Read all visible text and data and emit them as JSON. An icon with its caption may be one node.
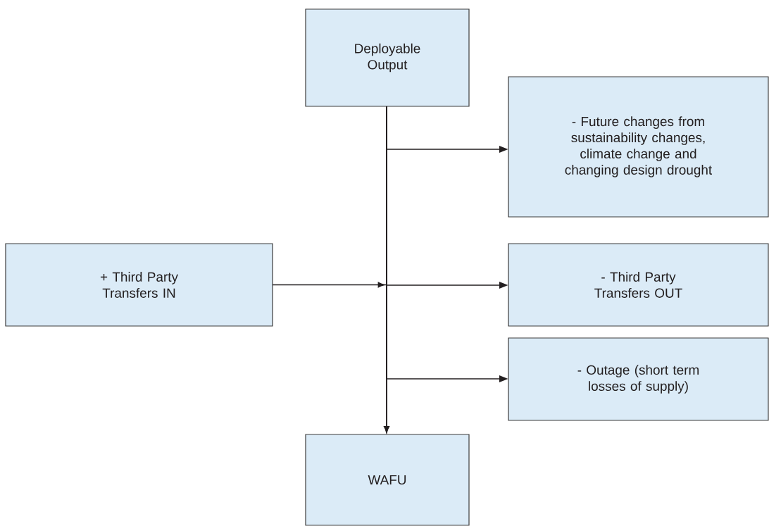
{
  "diagram": {
    "nodes": [
      {
        "text": [
          "Deployable Output"
        ]
      },
      {
        "text": [
          "- Future changes from sustainability changes, climate change and changing design drought"
        ]
      },
      {
        "text": [
          "+ Third Party Transfers IN"
        ]
      },
      {
        "text": [
          "- Third Party Transfers OUT"
        ]
      },
      {
        "text": [
          "- Outage (short term losses of supply)"
        ]
      },
      {
        "text": [
          "WAFU"
        ]
      }
    ],
    "edges": [
      {
        "from": 0,
        "to": 5,
        "arrow": "to"
      },
      {
        "from": 0,
        "to": 1,
        "arrow": "to"
      },
      {
        "from": 0,
        "to": 3,
        "arrow": "to"
      },
      {
        "from": 0,
        "to": 4,
        "arrow": "to"
      },
      {
        "from": 2,
        "to": 5,
        "arrow": "to"
      }
    ]
  }
}
